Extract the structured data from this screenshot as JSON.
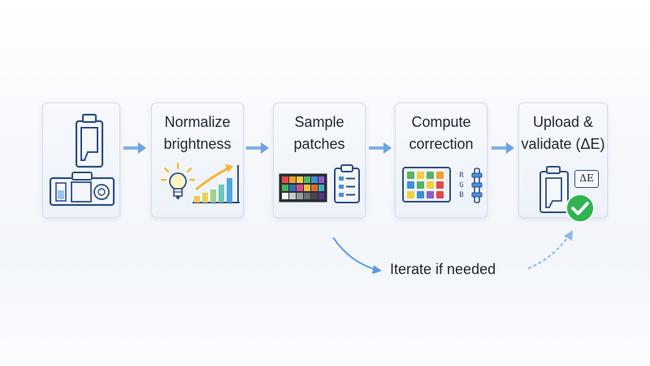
{
  "steps": [
    {
      "title_lines": []
    },
    {
      "title_lines": [
        "Normalize",
        "brightness"
      ]
    },
    {
      "title_lines": [
        "Sample",
        "patches"
      ]
    },
    {
      "title_lines": [
        "Compute",
        "correction"
      ]
    },
    {
      "title_lines": [
        "Upload &",
        "validate (ΔE)"
      ]
    }
  ],
  "channel_labels": [
    "R",
    "G",
    "B"
  ],
  "delta_e_label": "ΔE",
  "loop_label": "Iterate if needed",
  "colors": {
    "accent": "#4a8fde",
    "outline": "#2f4f85",
    "success": "#2fb44f",
    "connector": "#5b9ae0"
  }
}
